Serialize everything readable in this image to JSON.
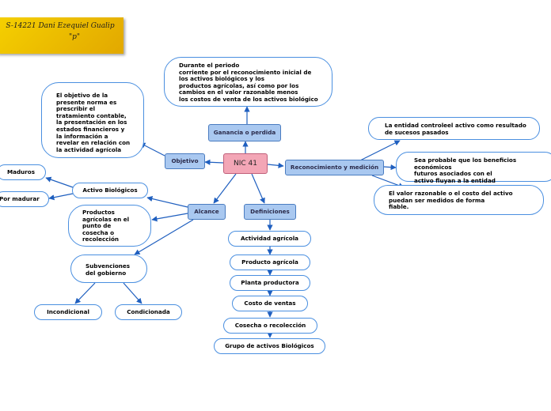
{
  "header": {
    "line1": "S-14221 Dani Ezequiel Gualip",
    "line2": "\"p\""
  },
  "nodes": {
    "center": "NIC 41",
    "objetivo": "Objetivo",
    "ganancia": "Ganancia o perdida",
    "reconocimiento": "Reconocimiento y medición",
    "alcance": "Alcance",
    "definiciones": "Definiciones",
    "objetivo_desc": "El objetivo de la\npresente norma es\nprescribir el\ntratamiento contable,\nla presentación en los\nestados financieros y\nla información a\nrevelar en relación con\nla actividad agrícola",
    "periodo_desc": "Durante el periodo\ncorriente por el reconocimiento inicial de\nlos activos biológicos y los\nproductos agrícolas, así como por los\ncambios en el valor razonable menos\nlos costos de venta de los activos biológico",
    "rec_1": "La entidad controleel activo como resultado\nde sucesos pasados",
    "rec_2": "Sea probable que los beneficios económicos\nfuturos asociados con el\nactivo fluyan a la entidad",
    "rec_3": "El valor razonable o el costo del activo\npuedan ser medidos de forma\nfiable.",
    "activo_biologico": "Activo Biológicos",
    "maduros": "Maduros",
    "por_madurar": "Por madurar",
    "productos": "Productos\nagrícolas en el\npunto de\ncosecha o\nrecolección",
    "subvenciones": "Subvenciones\ndel gobierno",
    "incondicional": "Incondicional",
    "condicionada": "Condicionada",
    "def_1": "Actividad agrícola",
    "def_2": "Producto agrícola",
    "def_3": "Planta productora",
    "def_4": "Costo de ventas",
    "def_5": "Cosecha o recolección",
    "def_6": "Grupo de activos Biológicos"
  },
  "colors": {
    "line": "#1f5fbf",
    "center_fill": "#f3a6b6",
    "main_fill": "#a9c8f0",
    "bubble_border": "#4a8fe0",
    "banner": "#f0c400"
  }
}
